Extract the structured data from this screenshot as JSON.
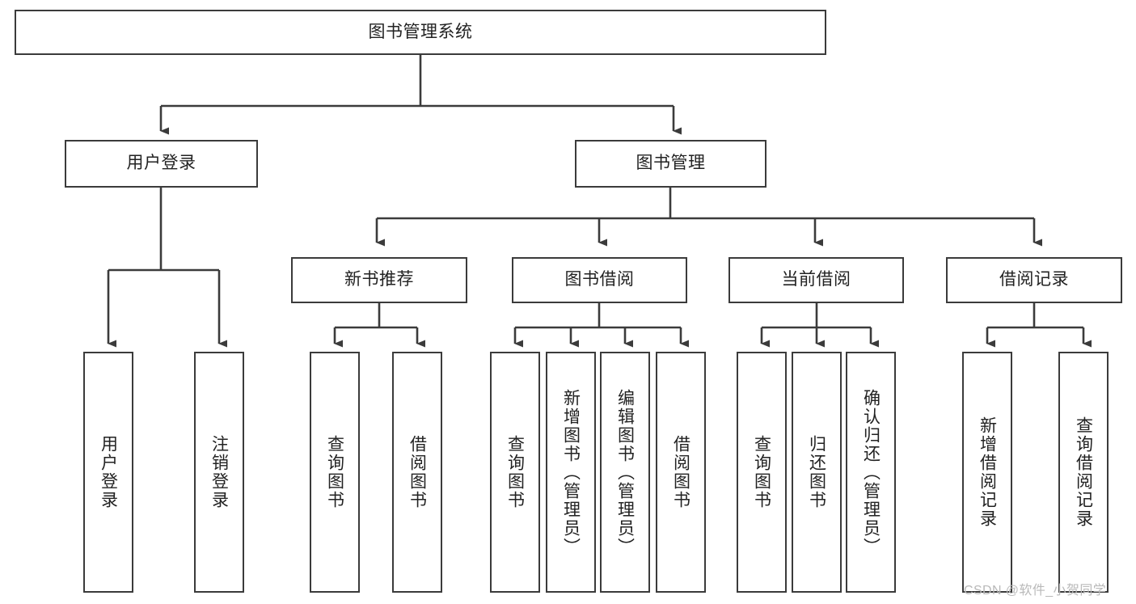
{
  "diagram": {
    "type": "tree",
    "title": "图书管理系统",
    "watermark": "CSDN @软件_小贺同学",
    "colors": {
      "box_border": "#3b3b3b",
      "box_fill": "#ffffff",
      "connector": "#3b3b3b",
      "text": "#222222",
      "watermark": "#b9b9b9"
    },
    "nodes": {
      "root": {
        "label": "图书管理系统"
      },
      "level2": [
        {
          "label": "用户登录"
        },
        {
          "label": "图书管理"
        }
      ],
      "level3": [
        {
          "label": "新书推荐"
        },
        {
          "label": "图书借阅"
        },
        {
          "label": "当前借阅"
        },
        {
          "label": "借阅记录"
        }
      ],
      "leaves": {
        "user_login": [
          {
            "label": "用户登录"
          },
          {
            "label": "注销登录"
          }
        ],
        "new_book": [
          {
            "label": "查询图书"
          },
          {
            "label": "借阅图书"
          }
        ],
        "book_borrow": [
          {
            "label": "查询图书"
          },
          {
            "label": "新增图书（管理员）"
          },
          {
            "label": "编辑图书（管理员）"
          },
          {
            "label": "借阅图书"
          }
        ],
        "current_borrow": [
          {
            "label": "查询图书"
          },
          {
            "label": "归还图书"
          },
          {
            "label": "确认归还（管理员）"
          }
        ],
        "borrow_record": [
          {
            "label": "新增借阅记录"
          },
          {
            "label": "查询借阅记录"
          }
        ]
      }
    }
  }
}
